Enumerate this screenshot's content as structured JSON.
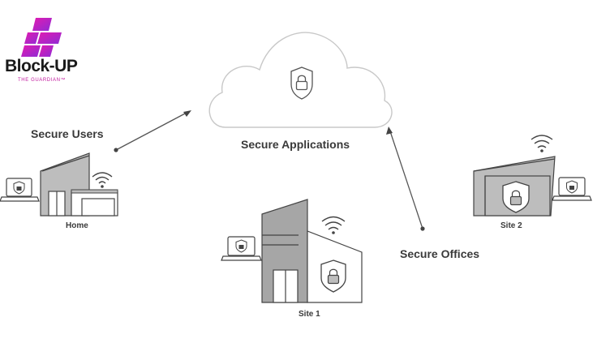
{
  "brand": {
    "name": "Block-UP",
    "tagline": "THE GUARDIAN™",
    "colors": {
      "magenta": "#d61fb0",
      "purple": "#8f2bd6",
      "text": "#1a1a1a"
    }
  },
  "labels": {
    "secure_users": "Secure Users",
    "secure_applications": "Secure Applications",
    "secure_offices": "Secure Offices",
    "home": "Home",
    "site1": "Site 1",
    "site2": "Site 2"
  },
  "colors": {
    "line": "#555555",
    "building_gray": "#bdbdbd",
    "building_dark": "#9a9a9a",
    "cloud_stroke": "#c8c8c8"
  },
  "icons": [
    "logo-mark",
    "cloud",
    "shield-lock-icon",
    "laptop-lock-icon",
    "wifi-icon",
    "house-building",
    "office-building"
  ]
}
